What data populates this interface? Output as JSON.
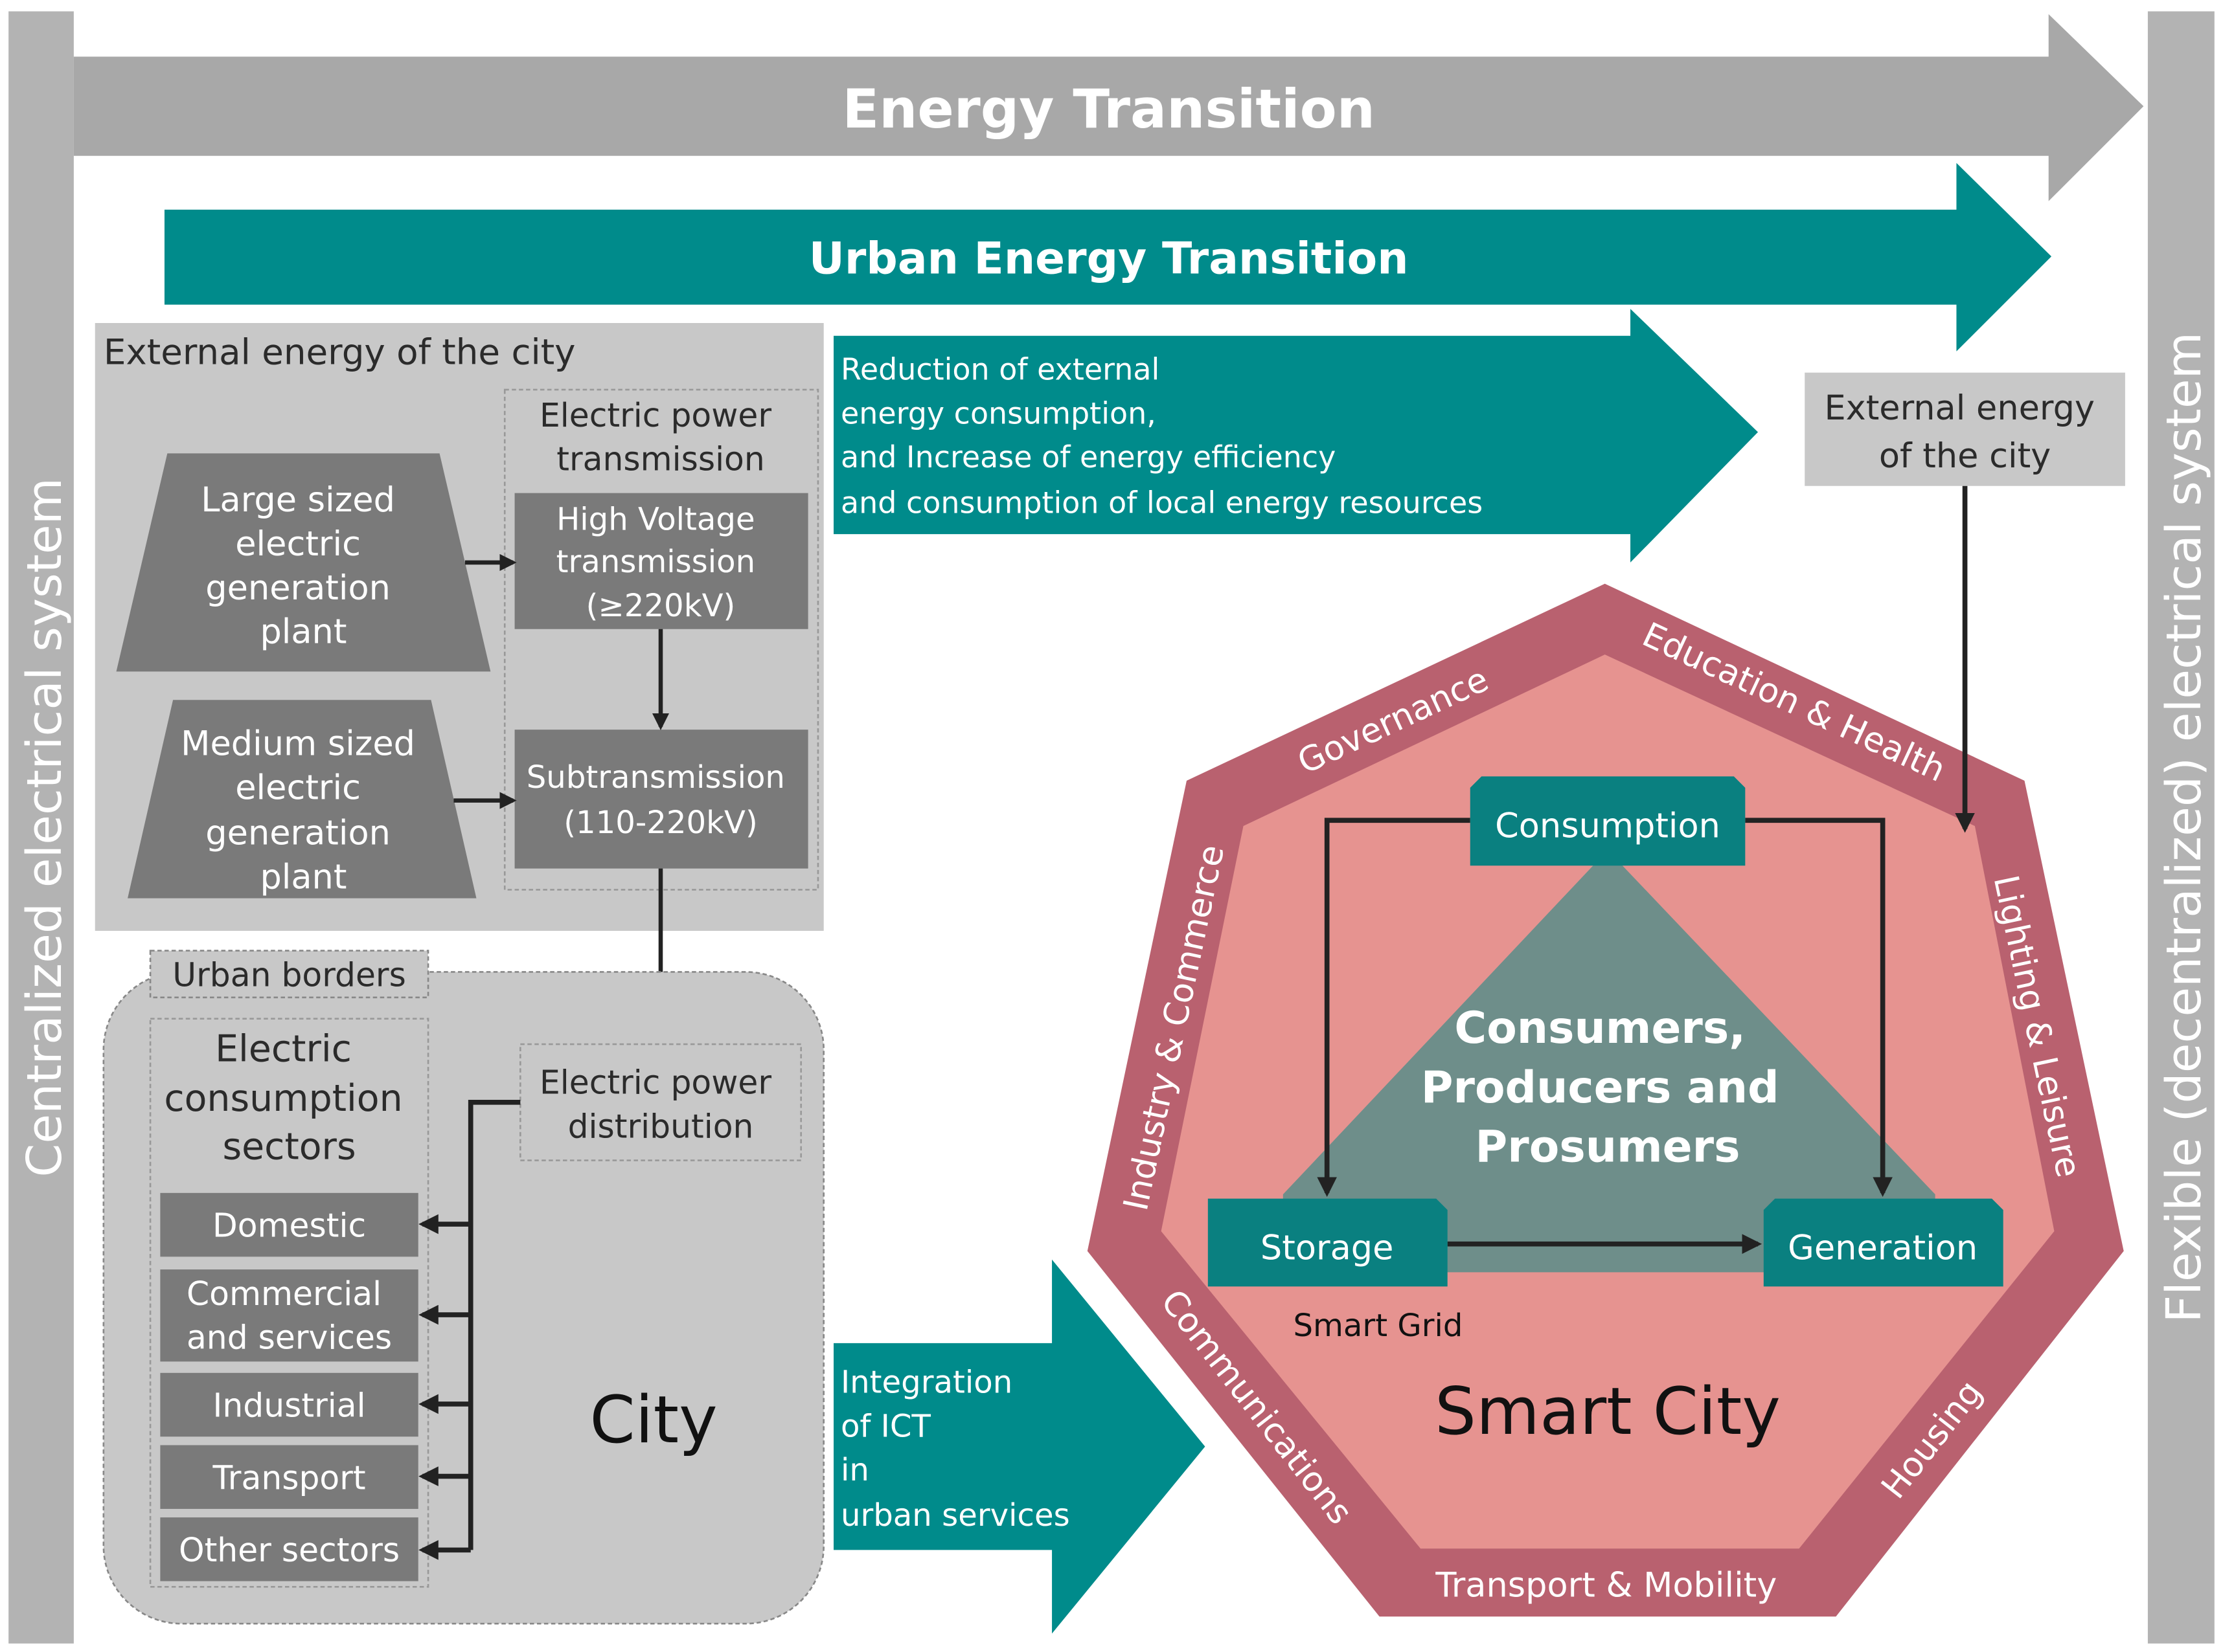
{
  "colors": {
    "gray_band": "#b3b3b3",
    "gray_arrow": "#a8a8a8",
    "light_gray_box": "#c8c8c8",
    "dark_gray_block": "#7a7a7a",
    "teal": "#008b8b",
    "teal_dark": "#0a8080",
    "rose_outer": "#b9616f",
    "rose_inner": "#e69390",
    "triangle": "#6e8e8a"
  },
  "bands": {
    "left": "Centralized electrical system",
    "right": "Flexible (decentralized) electrical system"
  },
  "arrows": {
    "energy_transition": "Energy Transition",
    "urban_energy_transition": "Urban Energy Transition",
    "reduction": [
      "Reduction of external",
      "energy consumption,",
      "and Increase of energy efficiency",
      "and consumption of local energy resources"
    ],
    "ict": [
      "Integration",
      "of ICT",
      "in",
      "urban services"
    ]
  },
  "external_energy": {
    "title": "External energy of the city",
    "large_plant": [
      "Large sized",
      "electric",
      "generation",
      "plant"
    ],
    "medium_plant": [
      "Medium sized",
      "electric",
      "generation",
      "plant"
    ],
    "transmission_title": [
      "Electric power",
      "transmission"
    ],
    "high_voltage": [
      "High Voltage",
      "transmission",
      "(≥220kV)"
    ],
    "subtransmission": [
      "Subtransmission",
      "(110-220kV)"
    ]
  },
  "city": {
    "urban_borders": "Urban borders",
    "sectors_title": [
      "Electric",
      "consumption",
      "sectors"
    ],
    "sectors": [
      "Domestic",
      "Commercial and services",
      "Industrial",
      "Transport",
      "Other sectors"
    ],
    "commercial_lines": [
      "Commercial",
      "and services"
    ],
    "distribution": [
      "Electric power",
      "distribution"
    ],
    "label": "City"
  },
  "smart_city": {
    "external_energy": [
      "External energy",
      "of the city"
    ],
    "domains": {
      "governance": "Governance",
      "education": "Education & Health",
      "industry": "Industry & Commerce",
      "lighting": "Lighting & Leisure",
      "communications": "Communications",
      "housing": "Housing",
      "transport": "Transport & Mobility"
    },
    "consumption": "Consumption",
    "storage": "Storage",
    "generation": "Generation",
    "center": [
      "Consumers,",
      "Producers and",
      "Prosumers"
    ],
    "smart_grid": "Smart Grid",
    "label": "Smart City"
  }
}
